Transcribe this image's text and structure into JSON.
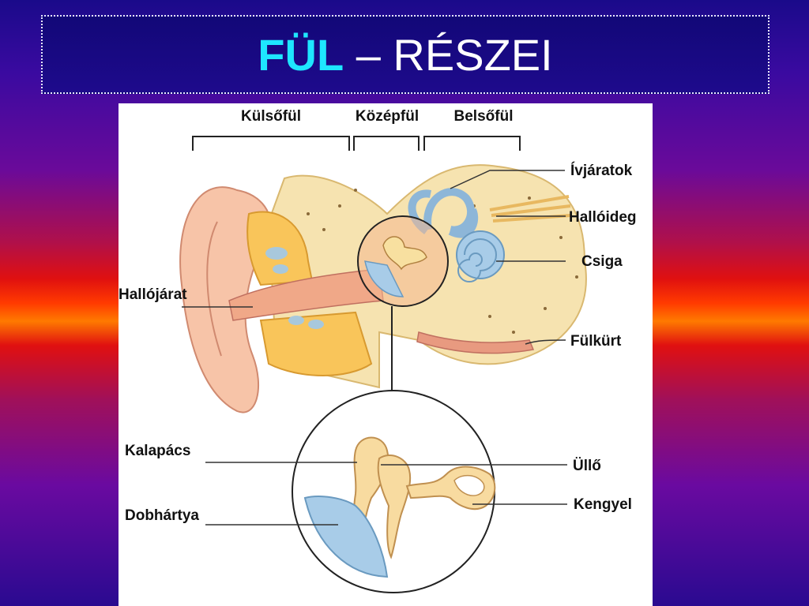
{
  "title": {
    "strong": "FÜL",
    "rest": " – RÉSZEI"
  },
  "sections": {
    "outer": "Külsőfül",
    "middle": "Középfül",
    "inner": "Belsőfül"
  },
  "labels": {
    "canals": "Ívjáratok",
    "nerve": "Hallóideg",
    "cochlea": "Csiga",
    "ear_canal": "Hallójárat",
    "eustachian": "Fülkürt",
    "hammer": "Kalapács",
    "anvil": "Üllő",
    "stirrup": "Kengyel",
    "eardrum": "Dobhártya"
  }
}
